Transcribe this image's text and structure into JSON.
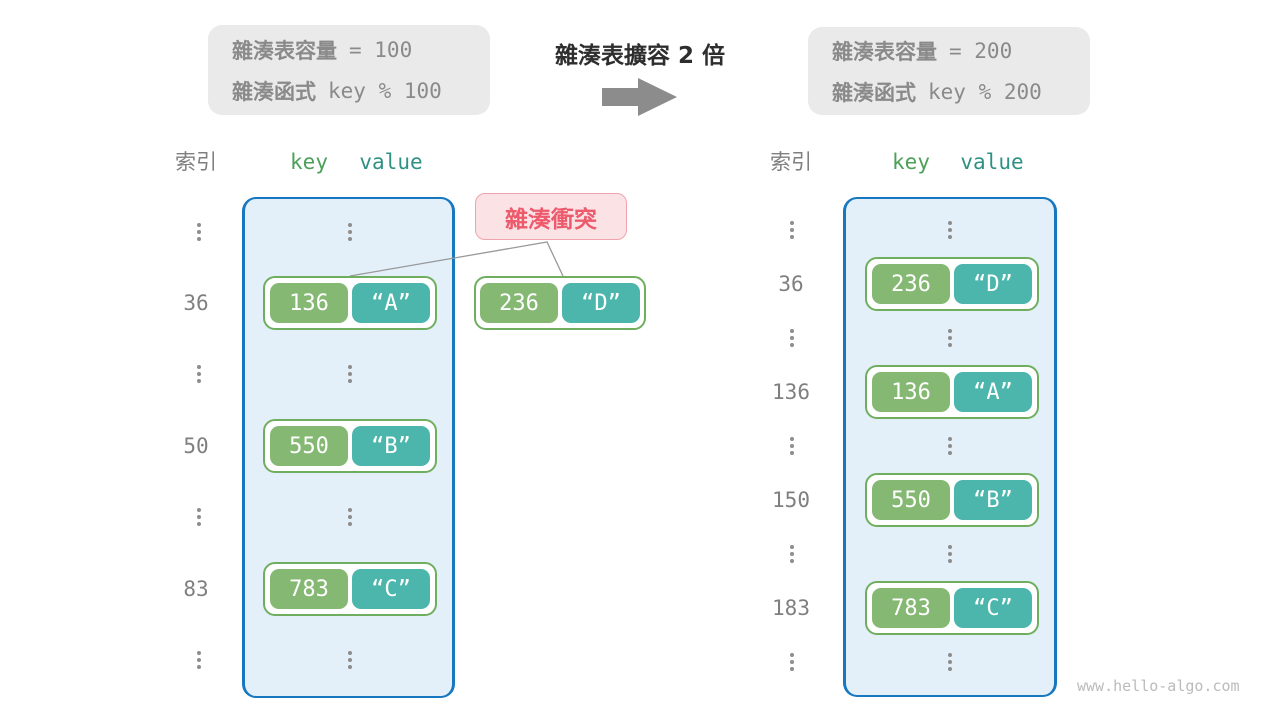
{
  "figure": {
    "transform_title": "雜湊表擴容 2 倍",
    "watermark": "www.hello-algo.com"
  },
  "before_box": {
    "capacity_label": "雜湊表容量",
    "capacity_value": "= 100",
    "hash_label": "雜湊函式",
    "hash_value": "key % 100"
  },
  "after_box": {
    "capacity_label": "雜湊表容量",
    "capacity_value": "= 200",
    "hash_label": "雜湊函式",
    "hash_value": "key % 200"
  },
  "collision": {
    "label": "雜湊衝突"
  },
  "external_pair": {
    "key": "236",
    "value": "“D”"
  },
  "before_table": {
    "index_header": "索引",
    "key_header": "key",
    "value_header": "value",
    "rows": [
      {
        "ellipsis": "⋮"
      },
      {
        "index": "36",
        "key": "136",
        "value": "“A”"
      },
      {
        "ellipsis": "⋮"
      },
      {
        "index": "50",
        "key": "550",
        "value": "“B”"
      },
      {
        "ellipsis": "⋮"
      },
      {
        "index": "83",
        "key": "783",
        "value": "“C”"
      },
      {
        "ellipsis": "⋮"
      }
    ]
  },
  "after_table": {
    "index_header": "索引",
    "key_header": "key",
    "value_header": "value",
    "rows": [
      {
        "ellipsis": "⋮"
      },
      {
        "index": "36",
        "key": "236",
        "value": "“D”"
      },
      {
        "ellipsis": "⋮"
      },
      {
        "index": "136",
        "key": "136",
        "value": "“A”"
      },
      {
        "ellipsis": "⋮"
      },
      {
        "index": "150",
        "key": "550",
        "value": "“B”"
      },
      {
        "ellipsis": "⋮"
      },
      {
        "index": "183",
        "key": "783",
        "value": "“C”"
      },
      {
        "ellipsis": "⋮"
      }
    ]
  },
  "colors": {
    "key_cell": "#85b873",
    "value_cell": "#4db6ac",
    "pair_border": "#6fae5f",
    "bucket_border": "#1778bf",
    "bucket_fill": "#e4f0f9",
    "collision_text": "#ec5a6c",
    "collision_fill": "#fbe3e5",
    "collision_border": "#f1a3ad",
    "info_box_fill": "#eaeaea",
    "info_text": "#8a8a8a",
    "arrow": "#8c8c8c",
    "index_text": "#7f7f7f",
    "key_header_text": "#4ca05a",
    "value_header_text": "#2f9184"
  }
}
